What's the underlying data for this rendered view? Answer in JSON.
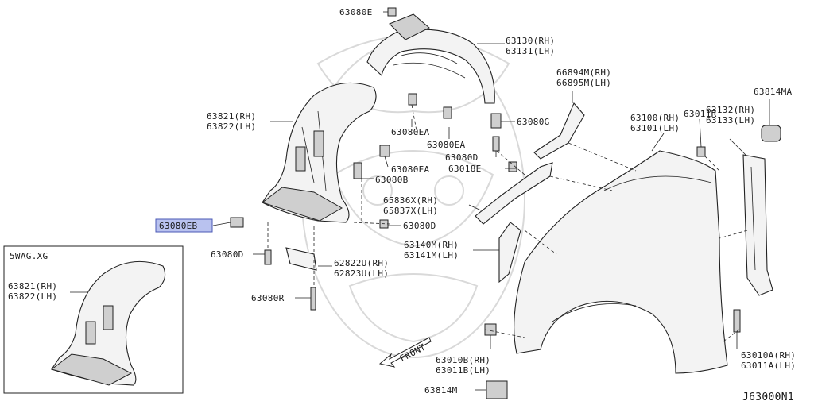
{
  "colors": {
    "highlight": "#b9c2ef",
    "highlight_border": "#4a58b5",
    "line": "#222222"
  },
  "labels": {
    "p63080E": "63080E",
    "p63130": "63130(RH)",
    "p63131": "63131(LH)",
    "p66894M": "66894M(RH)",
    "p66895M": "66895M(LH)",
    "p63821": "63821(RH)",
    "p63822": "63822(LH)",
    "p63080EA_1": "63080EA",
    "p63080G": "63080G",
    "p63080EA_2": "63080EA",
    "p63080D_1": "63080D",
    "p63018E": "63018E",
    "p63080EA_3": "63080EA",
    "p63080B": "63080B",
    "p65836X": "65836X(RH)",
    "p65837X": "65837X(LH)",
    "p63080EB": "63080EB",
    "p63080D_2": "63080D",
    "p63140M": "63140M(RH)",
    "p63141M": "63141M(LH)",
    "p63080D_3": "63080D",
    "p62822U": "62822U(RH)",
    "p62823U": "62823U(LH)",
    "p63080R": "63080R",
    "p63011R": "63011R",
    "p63814MA": "63814MA",
    "p63100": "63100(RH)",
    "p63101": "63101(LH)",
    "p63132": "63132(RH)",
    "p63133": "63133(LH)",
    "p63010B": "63010B(RH)",
    "p63011B": "63011B(LH)",
    "p63010A": "63010A(RH)",
    "p63011A": "63011A(LH)",
    "p63814M": "63814M",
    "inset_title": "5WAG.XG",
    "inset_63821": "63821(RH)",
    "inset_63822": "63822(LH)",
    "front": "FRONT",
    "diagram_code": "J63000N1"
  },
  "icons": {
    "front_arrow": "arrow-down-left-icon",
    "watermark": "watermark-emblem"
  }
}
